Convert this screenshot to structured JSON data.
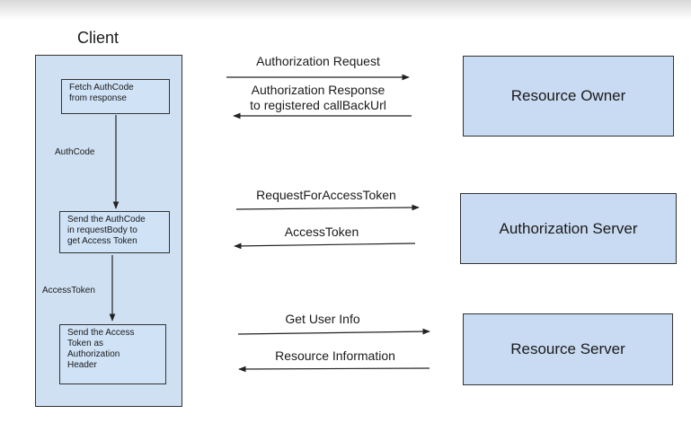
{
  "client": {
    "title": "Client",
    "steps": [
      "Fetch AuthCode\nfrom response",
      "Send the AuthCode\nin requestBody to\nget Access Token",
      "Send the Access\nToken as\nAuthorization\nHeader"
    ],
    "labels": [
      "AuthCode",
      "AccessToken"
    ]
  },
  "servers": [
    "Resource Owner",
    "Authorization Server",
    "Resource Server"
  ],
  "flows": [
    "Authorization Request",
    "Authorization Response\nto registered callBackUrl",
    "RequestForAccessToken",
    "AccessToken",
    "Get User Info",
    "Resource Information"
  ]
}
